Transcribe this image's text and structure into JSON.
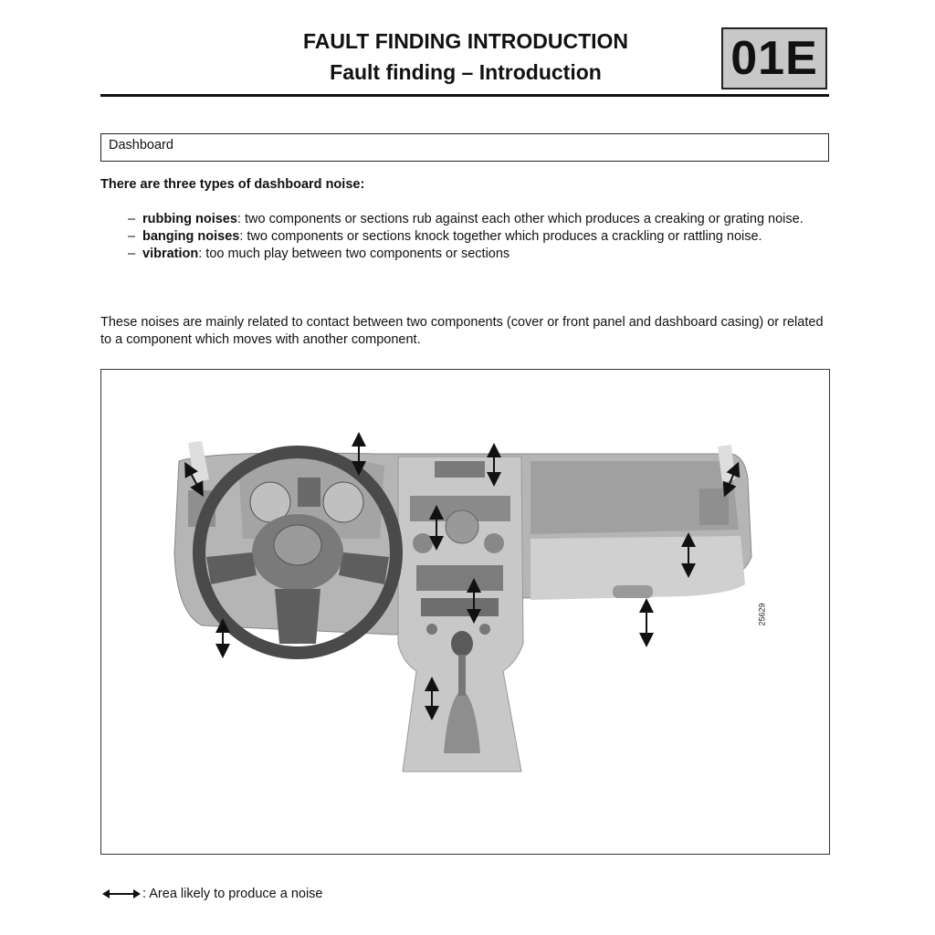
{
  "header": {
    "title": "FAULT FINDING INTRODUCTION",
    "subtitle": "Fault finding – Introduction",
    "code": "01E"
  },
  "section": {
    "label": "Dashboard"
  },
  "intro": "There are three types of dashboard noise:",
  "noise_types": [
    {
      "term": "rubbing noises",
      "desc": ": two components or sections rub against each other which produces a creaking or grating noise."
    },
    {
      "term": "banging noises",
      "desc": ": two components or sections knock together which produces a crackling or rattling noise."
    },
    {
      "term": "vibration",
      "desc": ": too much play between two components or sections"
    }
  ],
  "paragraph": "These noises are mainly related to contact between two components (cover or front panel and dashboard casing) or related to a component which moves with another component.",
  "figure": {
    "id": "25629"
  },
  "legend": {
    "text": ": Area likely to produce a noise"
  }
}
